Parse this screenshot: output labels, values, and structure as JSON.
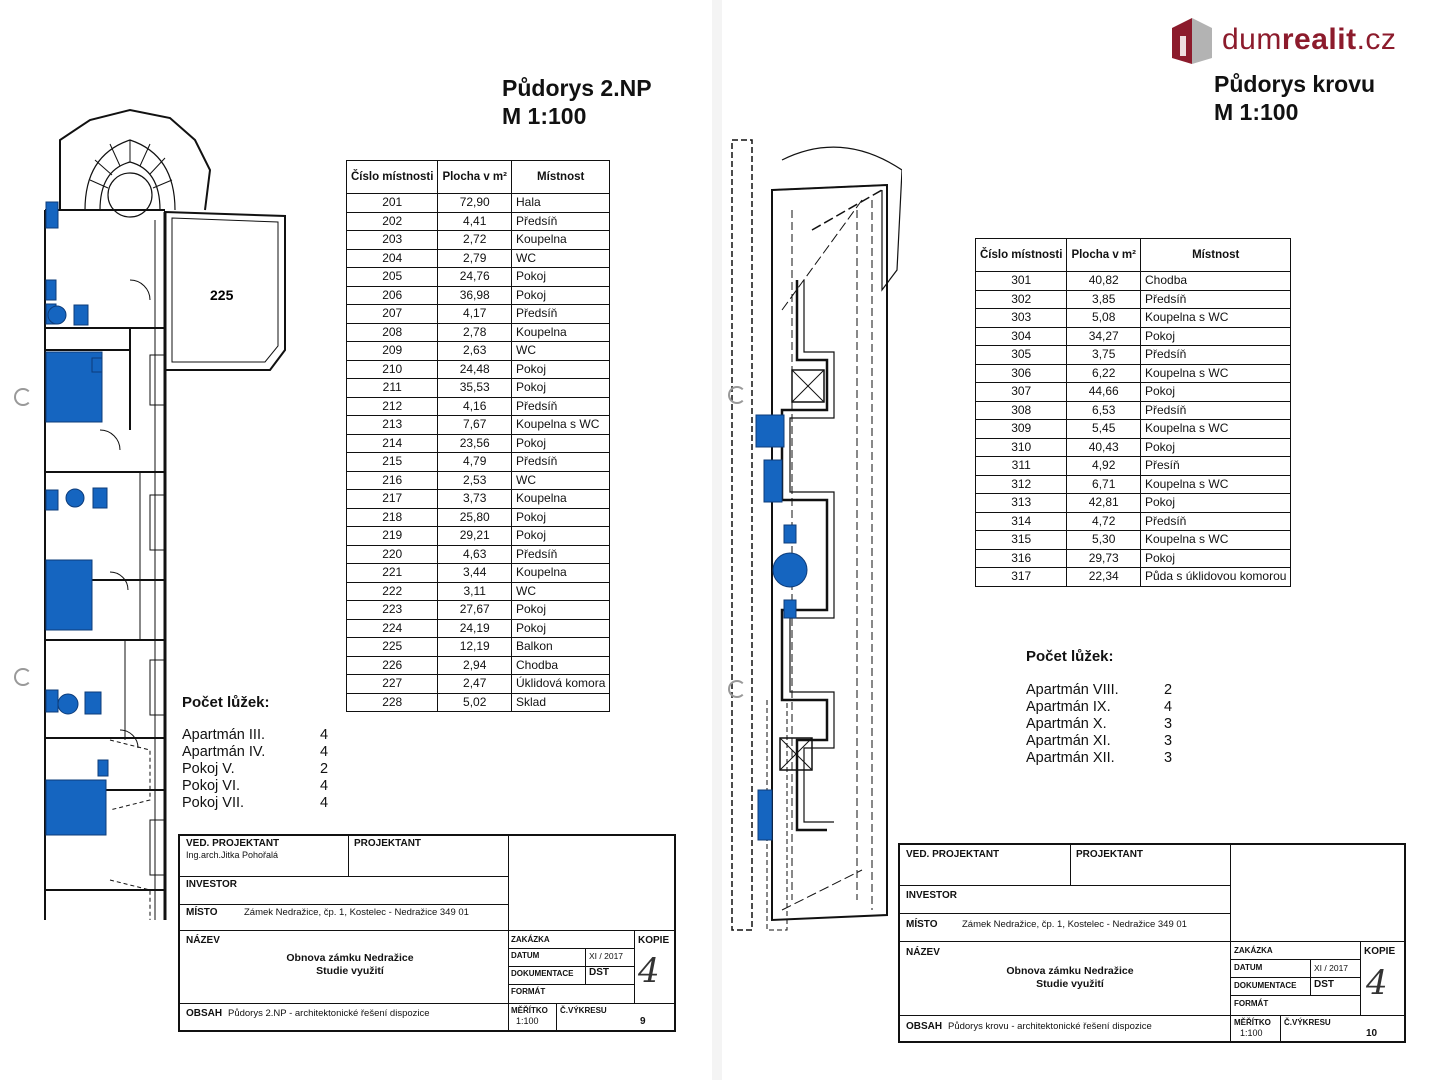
{
  "brand": {
    "name_light": "dum",
    "name_bold": "realit",
    "name_tld": ".cz",
    "color": "#8c1b2c"
  },
  "left": {
    "title_line1": "Půdorys 2.NP",
    "title_line2": "M 1:100",
    "plan_label_room": "225",
    "table": {
      "headers": [
        "Číslo místnosti",
        "Plocha v m²",
        "Místnost"
      ],
      "rows": [
        [
          "201",
          "72,90",
          "Hala"
        ],
        [
          "202",
          "4,41",
          "Předsíň"
        ],
        [
          "203",
          "2,72",
          "Koupelna"
        ],
        [
          "204",
          "2,79",
          "WC"
        ],
        [
          "205",
          "24,76",
          "Pokoj"
        ],
        [
          "206",
          "36,98",
          "Pokoj"
        ],
        [
          "207",
          "4,17",
          "Předsíň"
        ],
        [
          "208",
          "2,78",
          "Koupelna"
        ],
        [
          "209",
          "2,63",
          "WC"
        ],
        [
          "210",
          "24,48",
          "Pokoj"
        ],
        [
          "211",
          "35,53",
          "Pokoj"
        ],
        [
          "212",
          "4,16",
          "Předsíň"
        ],
        [
          "213",
          "7,67",
          "Koupelna s WC"
        ],
        [
          "214",
          "23,56",
          "Pokoj"
        ],
        [
          "215",
          "4,79",
          "Předsíň"
        ],
        [
          "216",
          "2,53",
          "WC"
        ],
        [
          "217",
          "3,73",
          "Koupelna"
        ],
        [
          "218",
          "25,80",
          "Pokoj"
        ],
        [
          "219",
          "29,21",
          "Pokoj"
        ],
        [
          "220",
          "4,63",
          "Předsíň"
        ],
        [
          "221",
          "3,44",
          "Koupelna"
        ],
        [
          "222",
          "3,11",
          "WC"
        ],
        [
          "223",
          "27,67",
          "Pokoj"
        ],
        [
          "224",
          "24,19",
          "Pokoj"
        ],
        [
          "225",
          "12,19",
          "Balkon"
        ],
        [
          "226",
          "2,94",
          "Chodba"
        ],
        [
          "227",
          "2,47",
          "Úklidová komora"
        ],
        [
          "228",
          "5,02",
          "Sklad"
        ]
      ]
    },
    "beds_title": "Počet lůžek:",
    "beds": [
      {
        "name": "Apartmán III.",
        "count": "4"
      },
      {
        "name": "Apartmán IV.",
        "count": "4"
      },
      {
        "name": "Pokoj V.",
        "count": "2"
      },
      {
        "name": "Pokoj VI.",
        "count": "4"
      },
      {
        "name": "Pokoj VII.",
        "count": "4"
      }
    ],
    "title_block": {
      "ved_label": "VED. PROJEKTANT",
      "ved_value": "Ing.arch.Jitka Pohořalá",
      "projektant_label": "PROJEKTANT",
      "investor_label": "INVESTOR",
      "misto_label": "MÍSTO",
      "misto_value": "Zámek Nedražice, čp. 1, Kostelec - Nedražice 349 01",
      "nazev_label": "NÁZEV",
      "nazev_line1": "Obnova zámku Nedražice",
      "nazev_line2": "Studie využití",
      "zakazka_label": "ZAKÁZKA",
      "datum_label": "DATUM",
      "datum_value": "XI / 2017",
      "dokumentace_label": "DOKUMENTACE",
      "dokumentace_value": "DST",
      "format_label": "FORMÁT",
      "format_value": "4",
      "kopie_label": "KOPIE",
      "obsah_label": "OBSAH",
      "obsah_value": "Půdorys 2.NP - architektonické řešení dispozice",
      "meritko_label": "MĚŘÍTKO",
      "meritko_value": "1:100",
      "cvykresu_label": "Č.VÝKRESU",
      "cvykresu_value": "9"
    }
  },
  "right": {
    "title_line1": "Půdorys krovu",
    "title_line2": "M 1:100",
    "table": {
      "headers": [
        "Číslo místnosti",
        "Plocha v m²",
        "Místnost"
      ],
      "rows": [
        [
          "301",
          "40,82",
          "Chodba"
        ],
        [
          "302",
          "3,85",
          "Předsíň"
        ],
        [
          "303",
          "5,08",
          "Koupelna s WC"
        ],
        [
          "304",
          "34,27",
          "Pokoj"
        ],
        [
          "305",
          "3,75",
          "Předsíň"
        ],
        [
          "306",
          "6,22",
          "Koupelna s WC"
        ],
        [
          "307",
          "44,66",
          "Pokoj"
        ],
        [
          "308",
          "6,53",
          "Předsíň"
        ],
        [
          "309",
          "5,45",
          "Koupelna s WC"
        ],
        [
          "310",
          "40,43",
          "Pokoj"
        ],
        [
          "311",
          "4,92",
          "Přesíň"
        ],
        [
          "312",
          "6,71",
          "Koupelna s WC"
        ],
        [
          "313",
          "42,81",
          "Pokoj"
        ],
        [
          "314",
          "4,72",
          "Předsíň"
        ],
        [
          "315",
          "5,30",
          "Koupelna s WC"
        ],
        [
          "316",
          "29,73",
          "Pokoj"
        ],
        [
          "317",
          "22,34",
          "Půda s úklidovou komorou"
        ]
      ]
    },
    "beds_title": "Počet lůžek:",
    "beds": [
      {
        "name": "Apartmán VIII.",
        "count": "2"
      },
      {
        "name": "Apartmán IX.",
        "count": "4"
      },
      {
        "name": "Apartmán X.",
        "count": "3"
      },
      {
        "name": "Apartmán XI.",
        "count": "3"
      },
      {
        "name": "Apartmán XII.",
        "count": "3"
      }
    ],
    "title_block": {
      "ved_label": "VED. PROJEKTANT",
      "projektant_label": "PROJEKTANT",
      "investor_label": "INVESTOR",
      "misto_label": "MÍSTO",
      "misto_value": "Zámek Nedražice, čp. 1, Kostelec - Nedražice 349 01",
      "nazev_label": "NÁZEV",
      "nazev_line1": "Obnova zámku Nedražice",
      "nazev_line2": "Studie využití",
      "zakazka_label": "ZAKÁZKA",
      "datum_label": "DATUM",
      "datum_value": "XI / 2017",
      "dokumentace_label": "DOKUMENTACE",
      "dokumentace_value": "DST",
      "format_label": "FORMÁT",
      "format_value": "4",
      "kopie_label": "KOPIE",
      "obsah_label": "OBSAH",
      "obsah_value": "Půdorys krovu - architektonické řešení dispozice",
      "meritko_label": "MĚŘÍTKO",
      "meritko_value": "1:100",
      "cvykresu_label": "Č.VÝKRESU",
      "cvykresu_value": "10"
    }
  },
  "colors": {
    "furniture": "#1565c0",
    "line": "#111111"
  }
}
